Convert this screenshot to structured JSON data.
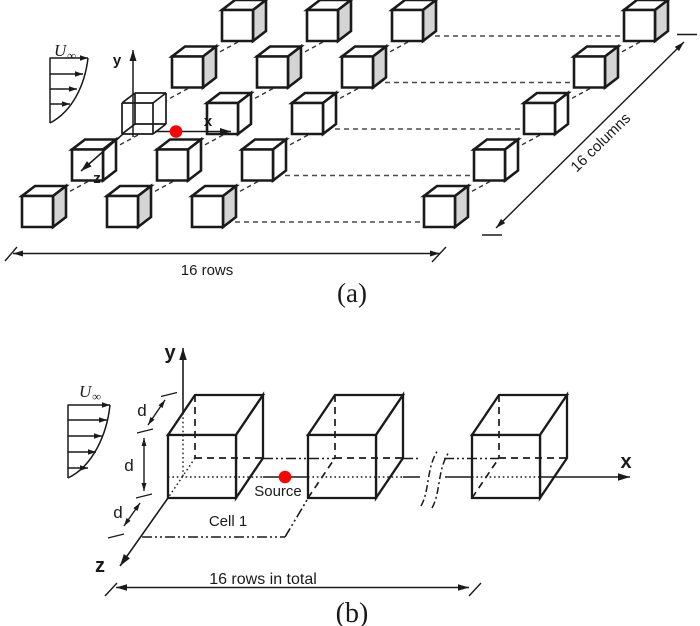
{
  "colors": {
    "ink": "#1a1a1a",
    "dash_gray": "#4a4a4a",
    "cube_fill": "#ffffff",
    "cube_shade": "#d4d4d4",
    "source_red": "#f40606",
    "background": "#ffffff"
  },
  "panel_a": {
    "label": "(a)",
    "freestream": {
      "symbol": "U",
      "subscript": "∞"
    },
    "axes": {
      "x": "x",
      "y": "y",
      "z": "z"
    },
    "dims": {
      "rows": "16 rows",
      "columns": "16 columns"
    },
    "array": {
      "depth_rows_shown": 5,
      "near_cubes_per_row": 3,
      "far_cubes_per_row": 1
    }
  },
  "panel_b": {
    "label": "(b)",
    "freestream": {
      "symbol": "U",
      "subscript": "∞"
    },
    "axes": {
      "x": "x",
      "y": "y",
      "z": "z"
    },
    "spacing_label": "d",
    "source_label": "Source",
    "cell_label": "Cell 1",
    "total_label": "16 rows in total",
    "cubes_shown": 3
  }
}
